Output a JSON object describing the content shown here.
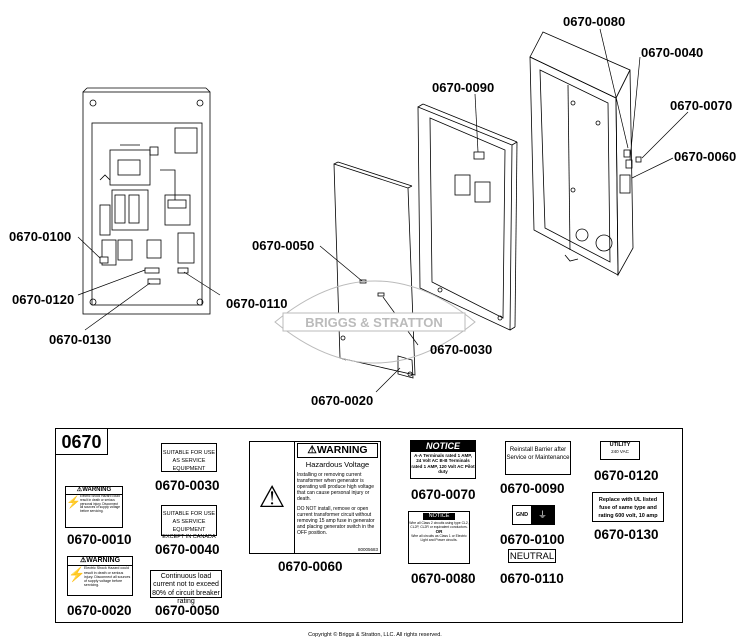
{
  "callouts": {
    "c0080": "0670-0080",
    "c0040": "0670-0040",
    "c0090": "0670-0090",
    "c0070": "0670-0070",
    "c0060": "0670-0060",
    "c0100": "0670-0100",
    "c0050": "0670-0050",
    "c0120": "0670-0120",
    "c0110": "0670-0110",
    "c0130": "0670-0130",
    "c0030": "0670-0030",
    "c0020": "0670-0020"
  },
  "watermark": "BRIGGS & STRATTON",
  "section": {
    "id": "0670",
    "part_numbers": {
      "p0010": "0670-0010",
      "p0020": "0670-0020",
      "p0030": "0670-0030",
      "p0040": "0670-0040",
      "p0050": "0670-0050",
      "p0060": "0670-0060",
      "p0070": "0670-0070",
      "p0080": "0670-0080",
      "p0090": "0670-0090",
      "p0100": "0670-0100",
      "p0110": "0670-0110",
      "p0120": "0670-0120",
      "p0130": "0670-0130"
    },
    "labels": {
      "l0010_head": "WARNING",
      "l0010_body": "Electric Shock Hazard could result in death or serious personal injury. Disconnect all sources of supply voltage before servicing.",
      "l0020_head": "WARNING",
      "l0020_body": "Electric Shock Hazard could result in death or serious injury. Disconnect all sources of supply voltage before servicing.",
      "l0030_body": "SUITABLE FOR USE AS SERVICE EQUIPMENT",
      "l0040_body": "SUITABLE FOR USE AS SERVICE EQUIPMENT EXCEPT IN CANADA",
      "l0050_body": "Continuous load current not to exceed 80% of circuit breaker rating",
      "l0060_head": "WARNING",
      "l0060_sub": "Hazardous Voltage",
      "l0060_p1": "Installing or removing current transformer when generator is operating will produce high voltage that can cause personal injury or death.",
      "l0060_p2": "DO NOT install, remove or open current transformer circuit without removing 15 amp fuse in generator and placing generator switch in the OFF position.",
      "l0060_code": "80005683",
      "l0070_head": "NOTICE",
      "l0070_body": "A-A Terminals rated 1 AMP, 24 Volt AC B-B Terminals rated 1 AMP, 120 Volt AC Pilot duty",
      "l0080_head": "NOTICE",
      "l0080_body1": "Wire all Class 2 circuits using type CL2, CL2P, CL2R or equivalent conductors.",
      "l0080_or": "OR",
      "l0080_body2": "Wire all circuits as Class 1 or Electric Light and Power circuits.",
      "l0090_body": "Reinstall Barrier after Service or Maintenance",
      "l0100_body": "GND",
      "l0110_body": "NEUTRAL",
      "l0120_body1": "UTILITY",
      "l0120_body2": "240 VAC",
      "l0130_body": "Replace with UL listed fuse of same type and rating 600 volt, 10 amp"
    }
  },
  "copyright": "Copyright © Briggs & Stratton, LLC. All rights reserved."
}
